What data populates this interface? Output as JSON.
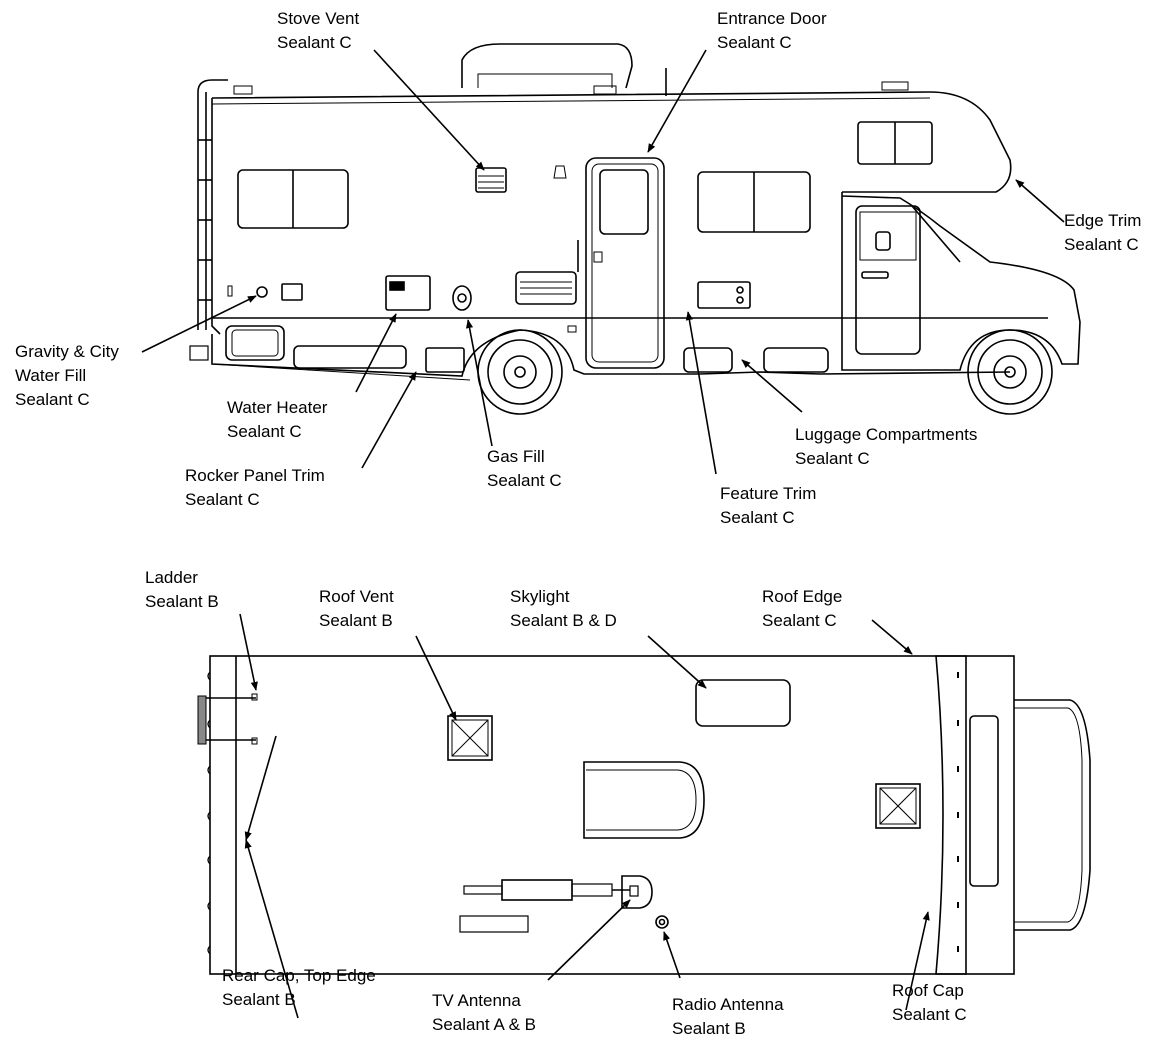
{
  "callouts": {
    "stove_vent": {
      "line1": "Stove Vent",
      "line2": "Sealant C"
    },
    "entrance_door": {
      "line1": "Entrance Door",
      "line2": "Sealant C"
    },
    "edge_trim": {
      "line1": "Edge Trim",
      "line2": "Sealant C"
    },
    "gravity_city": {
      "line1": "Gravity & City",
      "line2": "Water Fill",
      "line3": "Sealant C"
    },
    "water_heater": {
      "line1": "Water Heater",
      "line2": "Sealant C"
    },
    "rocker_panel": {
      "line1": "Rocker Panel Trim",
      "line2": "Sealant C"
    },
    "gas_fill": {
      "line1": "Gas Fill",
      "line2": "Sealant C"
    },
    "luggage": {
      "line1": "Luggage Compartments",
      "line2": "Sealant C"
    },
    "feature_trim": {
      "line1": "Feature Trim",
      "line2": "Sealant C"
    },
    "ladder": {
      "line1": "Ladder",
      "line2": "Sealant B"
    },
    "roof_vent": {
      "line1": "Roof Vent",
      "line2": "Sealant B"
    },
    "skylight": {
      "line1": "Skylight",
      "line2": "Sealant B & D"
    },
    "roof_edge": {
      "line1": "Roof Edge",
      "line2": "Sealant C"
    },
    "rear_cap": {
      "line1": "Rear Cap, Top Edge",
      "line2": "Sealant B"
    },
    "tv_antenna": {
      "line1": "TV Antenna",
      "line2": "Sealant A & B"
    },
    "radio_antenna": {
      "line1": "Radio Antenna",
      "line2": "Sealant B"
    },
    "roof_cap": {
      "line1": "Roof Cap",
      "line2": "Sealant C"
    }
  },
  "colors": {
    "line": "#000000",
    "background": "#ffffff"
  }
}
